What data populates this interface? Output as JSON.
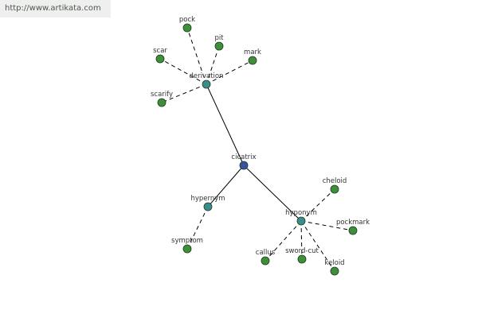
{
  "source": {
    "url": "http://www.artikata.com"
  },
  "colors": {
    "root": "#3a4fa8",
    "relation": "#3a8d8d",
    "leaf": "#3e8f3a",
    "node_stroke": "#1f3a1f",
    "edge": "#000000"
  },
  "graph": {
    "root": {
      "id": "cicatrix",
      "label": "cicatrix"
    },
    "relations": [
      {
        "id": "derivation",
        "label": "derivation",
        "terms": [
          "pock",
          "pit",
          "scar",
          "mark",
          "scarify"
        ]
      },
      {
        "id": "hypernym",
        "label": "hypernym",
        "terms": [
          "symptom"
        ]
      },
      {
        "id": "hyponym",
        "label": "hyponym",
        "terms": [
          "cheloid",
          "pockmark",
          "callus",
          "sword-cut",
          "keloid"
        ]
      }
    ]
  }
}
